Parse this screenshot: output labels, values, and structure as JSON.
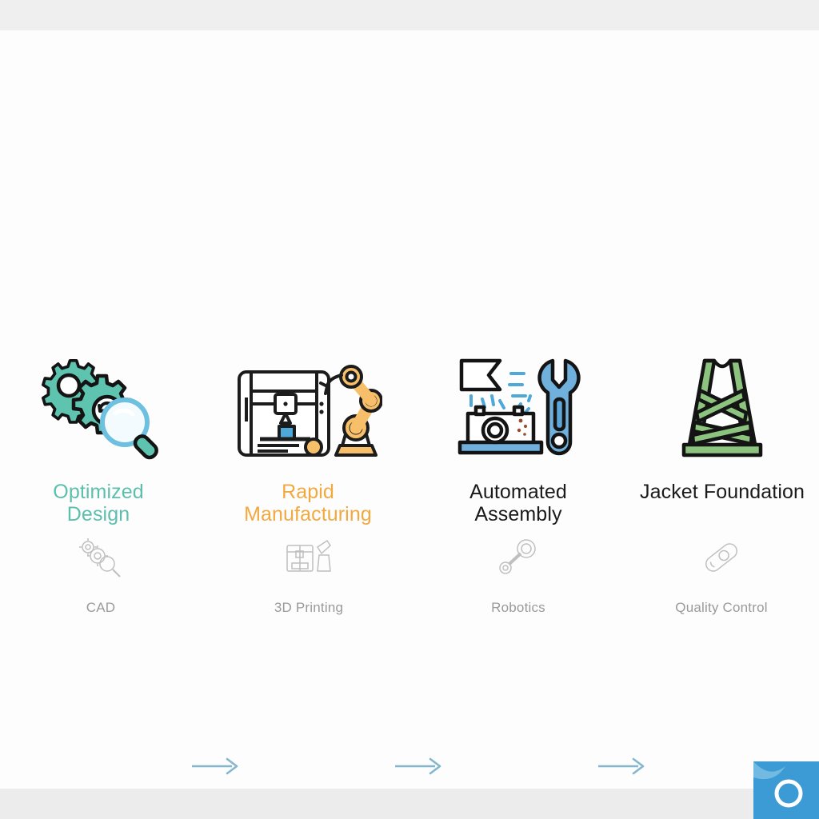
{
  "canvas": {
    "background_color": "#fdfdfd",
    "band_color": "#efefef"
  },
  "diagram": {
    "type": "process-flow",
    "orientation": "horizontal",
    "step_count": 4,
    "connector": {
      "icon": "arrow-right-icon",
      "color": "#7fb4cc",
      "count": 3
    }
  },
  "steps": [
    {
      "id": "optimized-design",
      "label": "Optimized Design",
      "label_line1": "Optimized",
      "label_line2": "Design",
      "color": "#5cbfad",
      "icon": "gears-magnifier-icon",
      "sub_label": "CAD",
      "sub_icon": "gears-magnifier-outline-icon"
    },
    {
      "id": "rapid-manufacturing",
      "label": "Rapid Manufacturing",
      "label_line1": "Rapid",
      "label_line2": "Manufacturing",
      "color": "#f2a93f",
      "icon": "3d-printer-robot-arm-icon",
      "sub_label": "3D Printing",
      "sub_icon": "3d-printer-outline-icon"
    },
    {
      "id": "automated-assembly",
      "label": "Automated Assembly",
      "label_line1": "Automated",
      "label_line2": "Assembly",
      "color": "#1b1b1b",
      "icon": "camera-wrench-flag-icon",
      "sub_label": "Robotics",
      "sub_icon": "robot-joint-outline-icon"
    },
    {
      "id": "jacket-foundation",
      "label": "Jacket Foundation",
      "label_line1": "Jacket Foundation",
      "label_line2": "",
      "color": "#1b1b1b",
      "icon": "jacket-foundation-lattice-icon",
      "sub_label": "Quality Control",
      "sub_icon": "inspection-tool-outline-icon"
    }
  ],
  "watermark": {
    "icon": "watermark-badge-icon",
    "color": "#3c9bd4"
  }
}
